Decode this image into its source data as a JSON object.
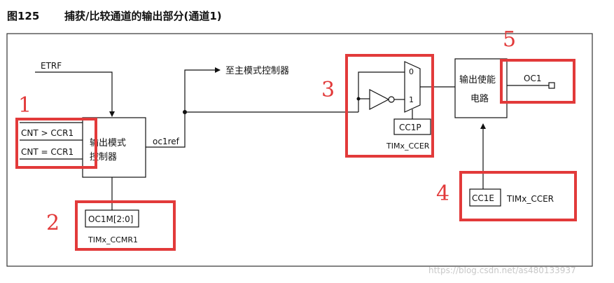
{
  "caption": {
    "figure": "图125",
    "title": "捕获/比较通道的输出部分(通道1)"
  },
  "signals": {
    "etrf": "ETRF",
    "to_master_controller": "至主模式控制器",
    "oc1ref": "oc1ref",
    "oc1": "OC1"
  },
  "blocks": {
    "cnt_gt": "CNT > CCR1",
    "cnt_eq": "CNT = CCR1",
    "output_mode_controller_l1": "输出模式",
    "output_mode_controller_l2": "控制器",
    "oc1m": "OC1M[2:0]",
    "timx_ccmr1": "TIMx_CCMR1",
    "mux_in0": "0",
    "mux_in1": "1",
    "cc1p": "CC1P",
    "timx_ccer_top": "TIMx_CCER",
    "output_enable_l1": "输出使能",
    "output_enable_l2": "电路",
    "cc1e": "CC1E",
    "timx_ccer_bottom": "TIMx_CCER"
  },
  "annotations": [
    "1",
    "2",
    "3",
    "4",
    "5"
  ],
  "watermark": "https://blog.csdn.net/as480133937",
  "colors": {
    "annotation": "#e23a3a",
    "line": "#111111",
    "frame": "#333333"
  }
}
